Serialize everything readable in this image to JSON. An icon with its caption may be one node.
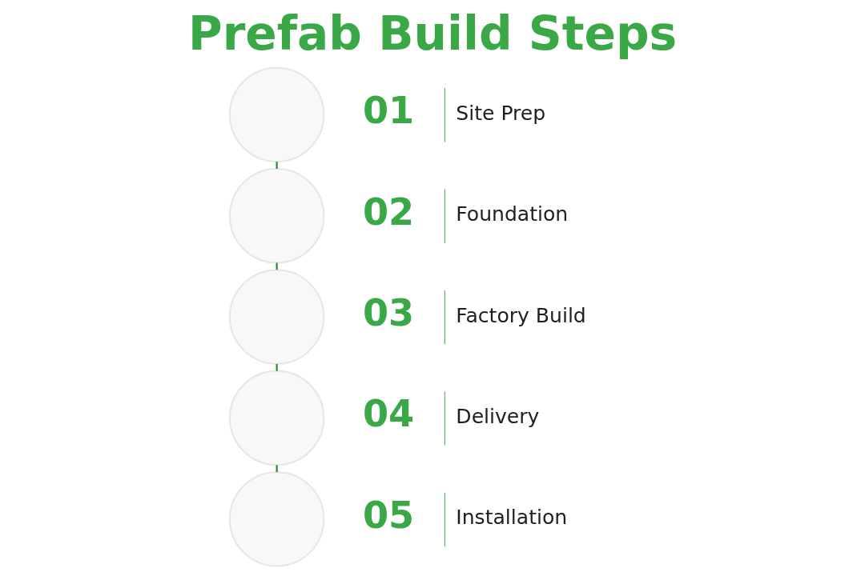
{
  "diagram": {
    "title": "Prefab Build Steps",
    "nodes": [
      {
        "text": [],
        "shape": "circle",
        "beside": [
          "01",
          "Site Prep"
        ]
      },
      {
        "text": [],
        "shape": "circle",
        "beside": [
          "02",
          "Foundation"
        ]
      },
      {
        "text": [],
        "shape": "circle",
        "beside": [
          "03",
          "Factory Build"
        ]
      },
      {
        "text": [],
        "shape": "circle",
        "beside": [
          "04",
          "Delivery"
        ]
      },
      {
        "text": [],
        "shape": "circle",
        "beside": [
          "05",
          "Installation"
        ]
      }
    ],
    "edges": [
      {
        "from": 0,
        "to": 1,
        "arrow": "none"
      },
      {
        "from": 1,
        "to": 2,
        "arrow": "none"
      },
      {
        "from": 2,
        "to": 3,
        "arrow": "none"
      },
      {
        "from": 3,
        "to": 4,
        "arrow": "none"
      }
    ]
  }
}
